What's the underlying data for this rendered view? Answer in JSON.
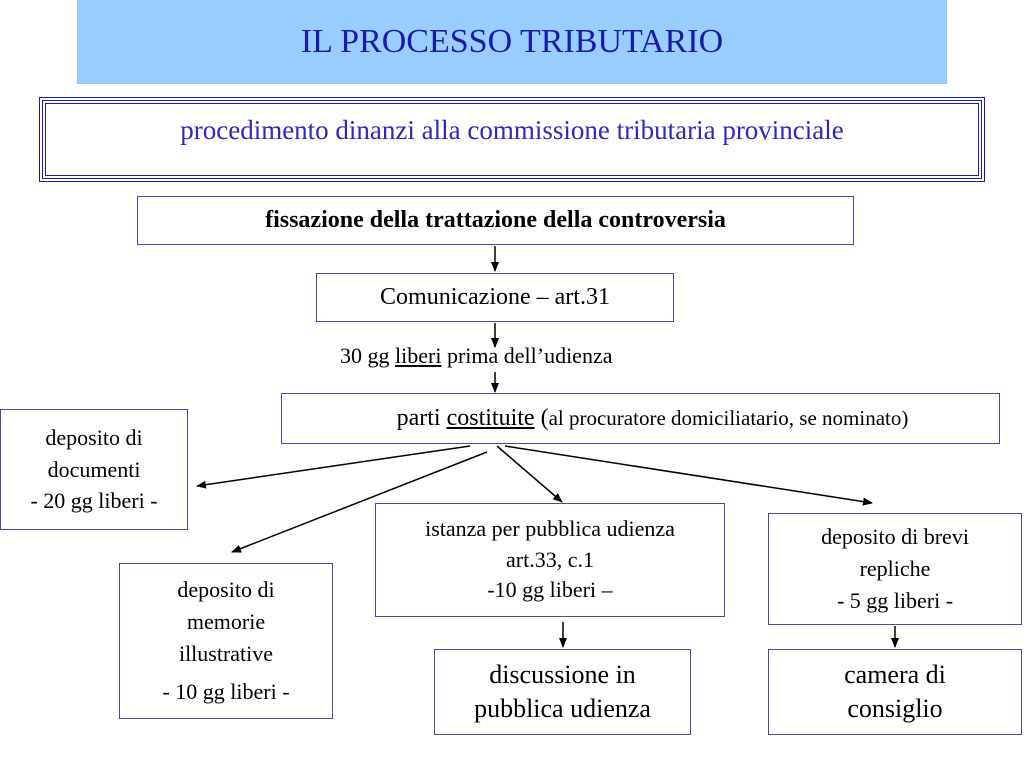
{
  "title": "IL PROCESSO TRIBUTARIO",
  "subtitle": "procedimento dinanzi alla commissione tributaria provinciale",
  "nodes": {
    "fissazione": "fissazione della trattazione della controversia",
    "comunicazione": "Comunicazione – art.31",
    "termine": {
      "before": "30 gg ",
      "underlined": "liberi",
      "after": " prima dell’udienza"
    },
    "parti": {
      "before": "parti ",
      "underlined": "costituite",
      "paren": " (",
      "small": "al procuratore domiciliatario, se nominato)"
    },
    "deposito_documenti": {
      "line1": "deposito di",
      "line2": "documenti",
      "line3": "- 20 gg liberi -"
    },
    "deposito_memorie": {
      "line1": "deposito di",
      "line2": "memorie",
      "line3": "illustrative",
      "line4": "- 10 gg liberi -"
    },
    "istanza": {
      "line1": "istanza per pubblica udienza",
      "line2": "art.33, c.1",
      "line3": "-10 gg liberi –"
    },
    "repliche": {
      "line1": "deposito di brevi",
      "line2": "repliche",
      "line3": "- 5 gg liberi -"
    },
    "discussione": {
      "line1": "discussione in",
      "line2": "pubblica udienza"
    },
    "camera": {
      "line1": "camera di",
      "line2": "consiglio"
    }
  },
  "colors": {
    "title_bg": "#99ccff",
    "title_text": "#1a1aaa",
    "subtitle_text": "#2a2ac0",
    "box_border": "#4a4aa8"
  }
}
